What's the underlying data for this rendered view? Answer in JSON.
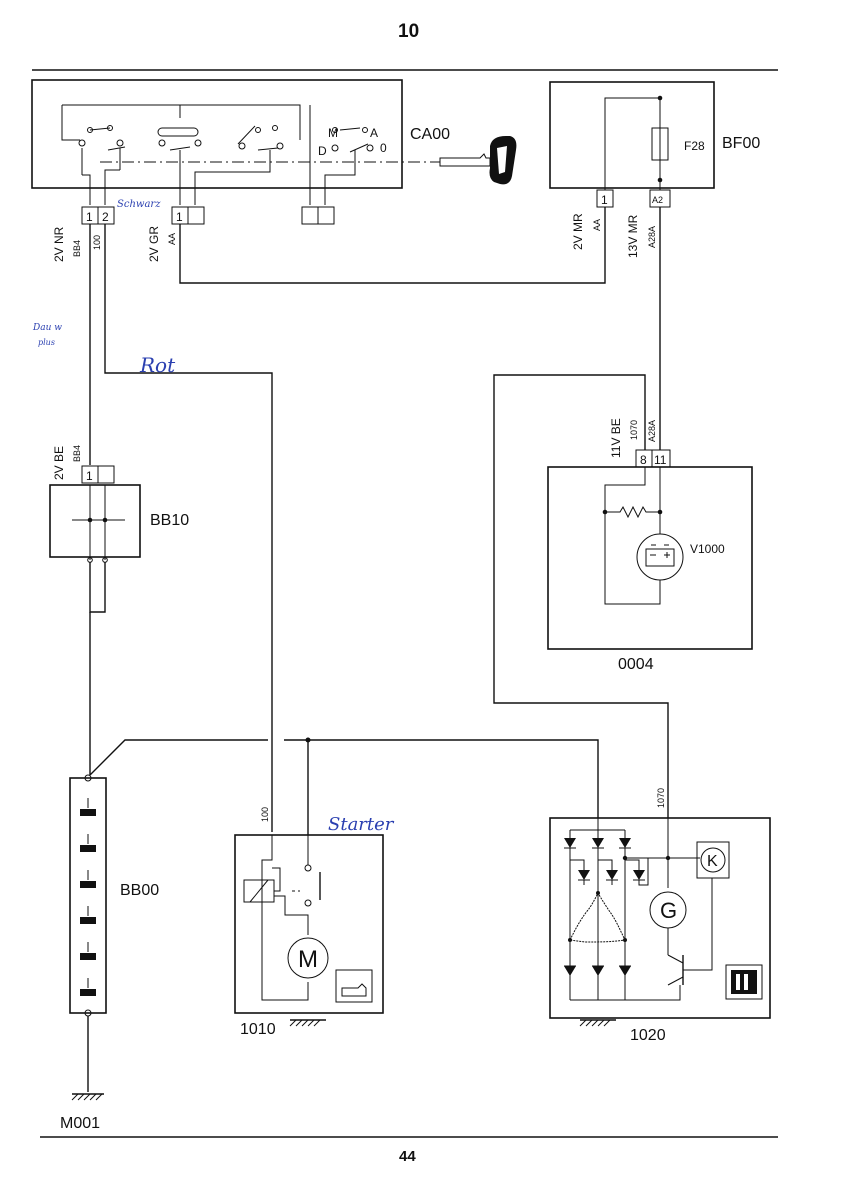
{
  "page": {
    "header_number": "10",
    "footer_number": "44"
  },
  "components": {
    "ignition_switch": "CA00",
    "switch_positions": {
      "m": "M",
      "a": "A",
      "d": "D",
      "zero": "0"
    },
    "fuse_box": "BF00",
    "fuse": "F28",
    "junction_box": "BB10",
    "battery_box": "0004",
    "battery": "V1000",
    "battery_block": "BB00",
    "starter": "1010",
    "starter_motor": "M",
    "alternator": "1020",
    "alternator_gen": "G",
    "alternator_relay": "K",
    "ground": "M001"
  },
  "connectors": {
    "ca00_pin1": "1",
    "ca00_pin2": "2",
    "ca00_pin3": "1",
    "bf00_pin1": "1",
    "bf00_pinA2": "A2",
    "bb10_pin1": "1",
    "v_pin8": "8",
    "v_pin11": "11"
  },
  "wire_labels": {
    "w1_main": "2V NR",
    "w1_sub": "BB4",
    "w2_sub": "100",
    "w3_main": "2V GR",
    "w3_sub": "AA",
    "w4_main": "2V MR",
    "w4_sub": "AA",
    "w5_main": "13V MR",
    "w5_sub": "A28A",
    "w6_main": "2V BE",
    "w6_sub": "BB4",
    "w7_main": "11V BE",
    "w7_sub": "1070",
    "w8_sub": "A28A",
    "w9_sub": "100",
    "w10_sub": "1070"
  },
  "handwritten": {
    "note1": "Schwarz",
    "note2_line1": "Dau w",
    "note2_line2": "plus",
    "note3": "Rot",
    "note4": "Starter"
  }
}
